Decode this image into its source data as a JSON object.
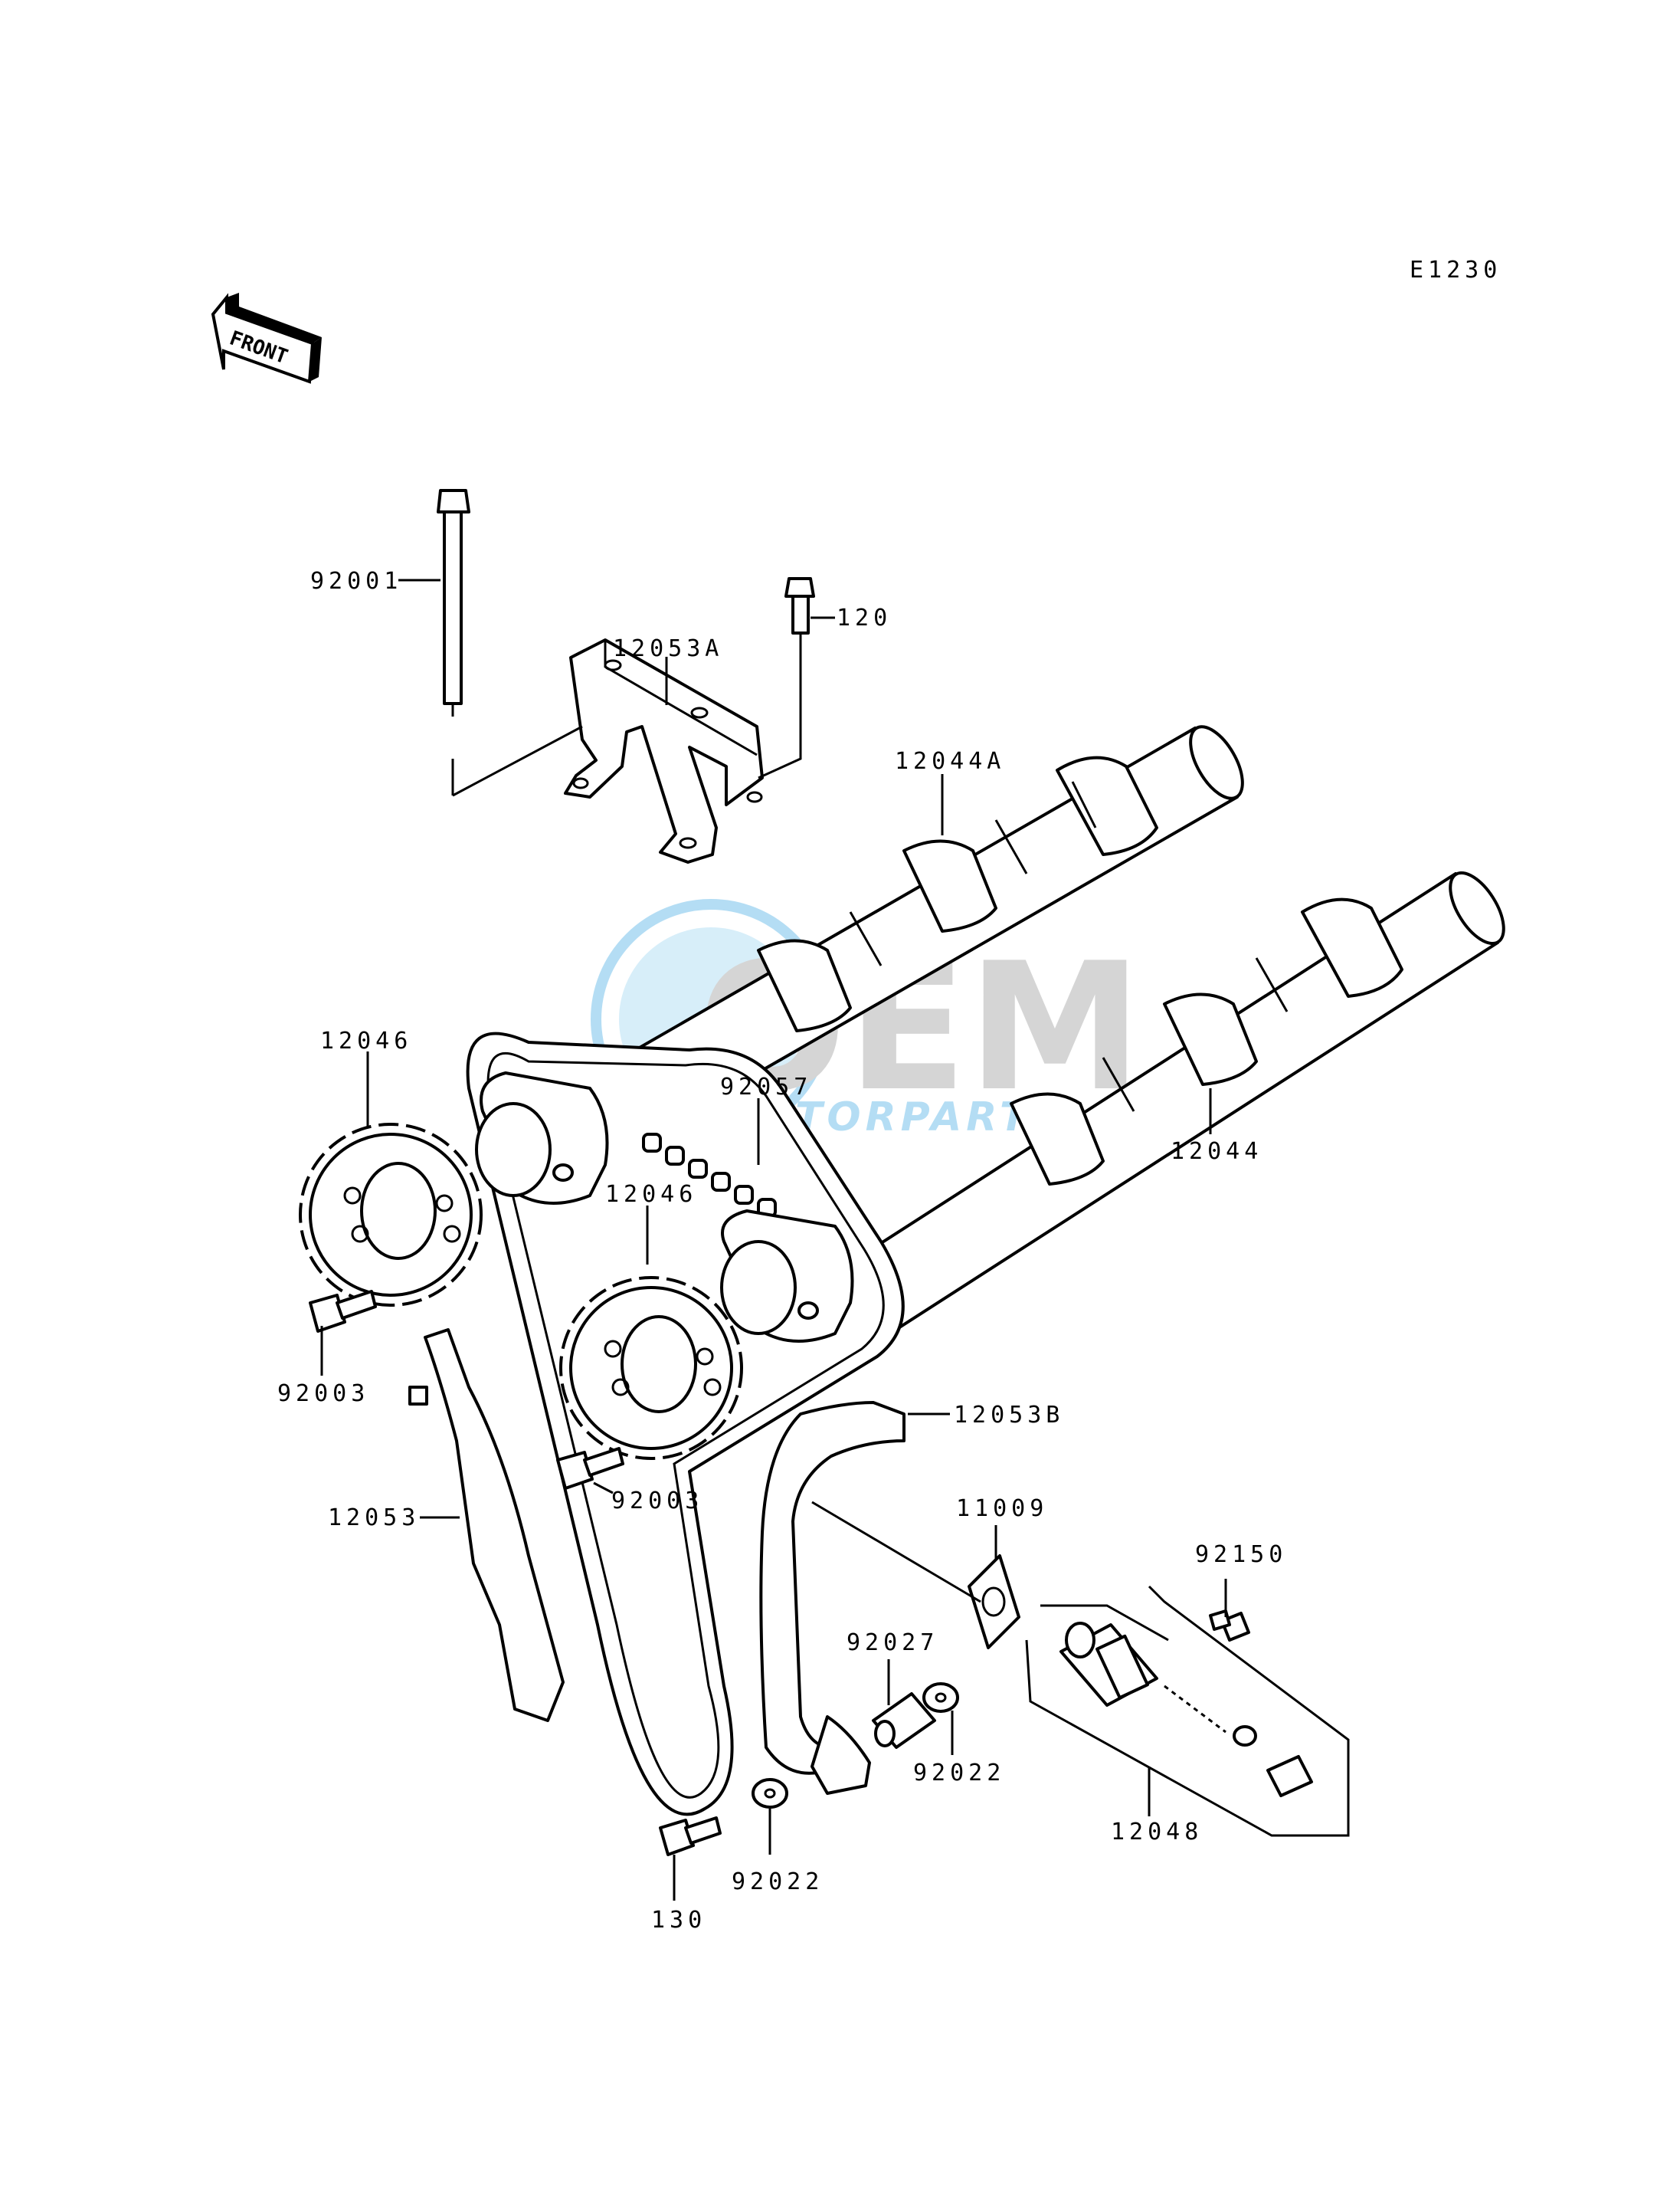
{
  "diagram_code": "E1230",
  "front_label": "FRONT",
  "watermark": {
    "brand": "OEM",
    "sub": "MOTORPARTS",
    "color": "#2aa0e0"
  },
  "parts": {
    "p92001": "92001",
    "p12053A": "12053A",
    "p120": "120",
    "p12044A": "12044A",
    "p12046a": "12046",
    "p92057": "92057",
    "p12044": "12044",
    "p12046b": "12046",
    "p92003a": "92003",
    "p12053B": "12053B",
    "p12053": "12053",
    "p92003b": "92003",
    "p11009": "11009",
    "p92150": "92150",
    "p92027": "92027",
    "p92022a": "92022",
    "p12048": "12048",
    "p92022b": "92022",
    "p130": "130"
  }
}
